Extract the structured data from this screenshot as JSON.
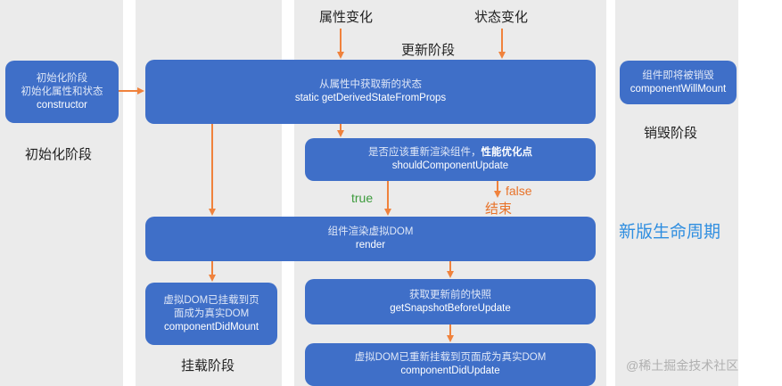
{
  "labels": {
    "prop_change": "属性变化",
    "state_change": "状态变化",
    "update_phase": "更新阶段",
    "init_phase": "初始化阶段",
    "mount_phase": "挂载阶段",
    "unmount_phase": "销毁阶段",
    "true": "true",
    "false": "false",
    "end": "结束",
    "title": "新版生命周期",
    "watermark": "@稀土掘金技术社区"
  },
  "boxes": {
    "constructor": {
      "line1": "初始化阶段",
      "line1b": "初始化属性和状态",
      "line2": "constructor"
    },
    "derived": {
      "line1": "从属性中获取新的状态",
      "line2": "static getDerivedStateFromProps"
    },
    "should": {
      "line1": "是否应该重新渲染组件，",
      "line1_bold": "性能优化点",
      "line2": "shouldComponentUpdate"
    },
    "render": {
      "line1": "组件渲染虚拟DOM",
      "line2": "render"
    },
    "didmount": {
      "line1": "虚拟DOM已挂载到页",
      "line1b": "面成为真实DOM",
      "line2": "componentDidMount"
    },
    "snapshot": {
      "line1": "获取更新前的快照",
      "line2": "getSnapshotBeforeUpdate"
    },
    "didupdate": {
      "line1": "虚拟DOM已重新挂载到页面成为真实DOM",
      "line2": "componentDidUpdate"
    },
    "willunmount": {
      "line1": "组件即将被销毁",
      "line2": "componentWillMount"
    }
  },
  "colors": {
    "box": "#3f6fc8",
    "arrow": "#f0823c",
    "column": "#ebebeb",
    "title": "#2f8ee0",
    "true": "#3c9b3c",
    "false": "#e8732a"
  }
}
